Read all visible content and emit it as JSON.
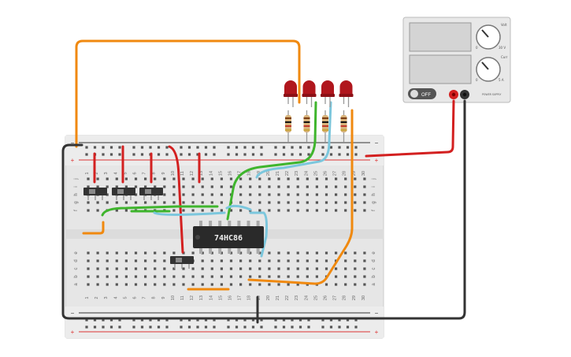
{
  "ic": {
    "label": "74HC86"
  },
  "power_supply": {
    "off_label": "OFF",
    "knob1_label": "Volt",
    "knob2_label": "Curr",
    "knob1_max": "30 V",
    "knob2_max": "5 A",
    "knob_min": "0",
    "brand": "POWER SUPPLY"
  },
  "breadboard": {
    "column_numbers": [
      "1",
      "2",
      "3",
      "4",
      "5",
      "6",
      "7",
      "8",
      "9",
      "10",
      "11",
      "12",
      "13",
      "14",
      "15",
      "16",
      "17",
      "18",
      "19",
      "20",
      "21",
      "22",
      "23",
      "24",
      "25",
      "26",
      "27",
      "28",
      "29",
      "30"
    ],
    "top_row_letters": [
      "f",
      "g",
      "h",
      "i",
      "j"
    ],
    "bottom_row_letters": [
      "a",
      "b",
      "c",
      "d",
      "e"
    ],
    "rail_plus": "+",
    "rail_minus": "−"
  },
  "leds": {
    "count": 4,
    "color": "#b0161d"
  },
  "colors": {
    "wire_red": "#d32020",
    "wire_orange": "#f0890f",
    "wire_green": "#3fb52d",
    "wire_cyan": "#7cc7dd",
    "wire_black": "#333333",
    "board": "#e4e4e4",
    "rail_red": "#d33",
    "rail_black": "#333"
  }
}
